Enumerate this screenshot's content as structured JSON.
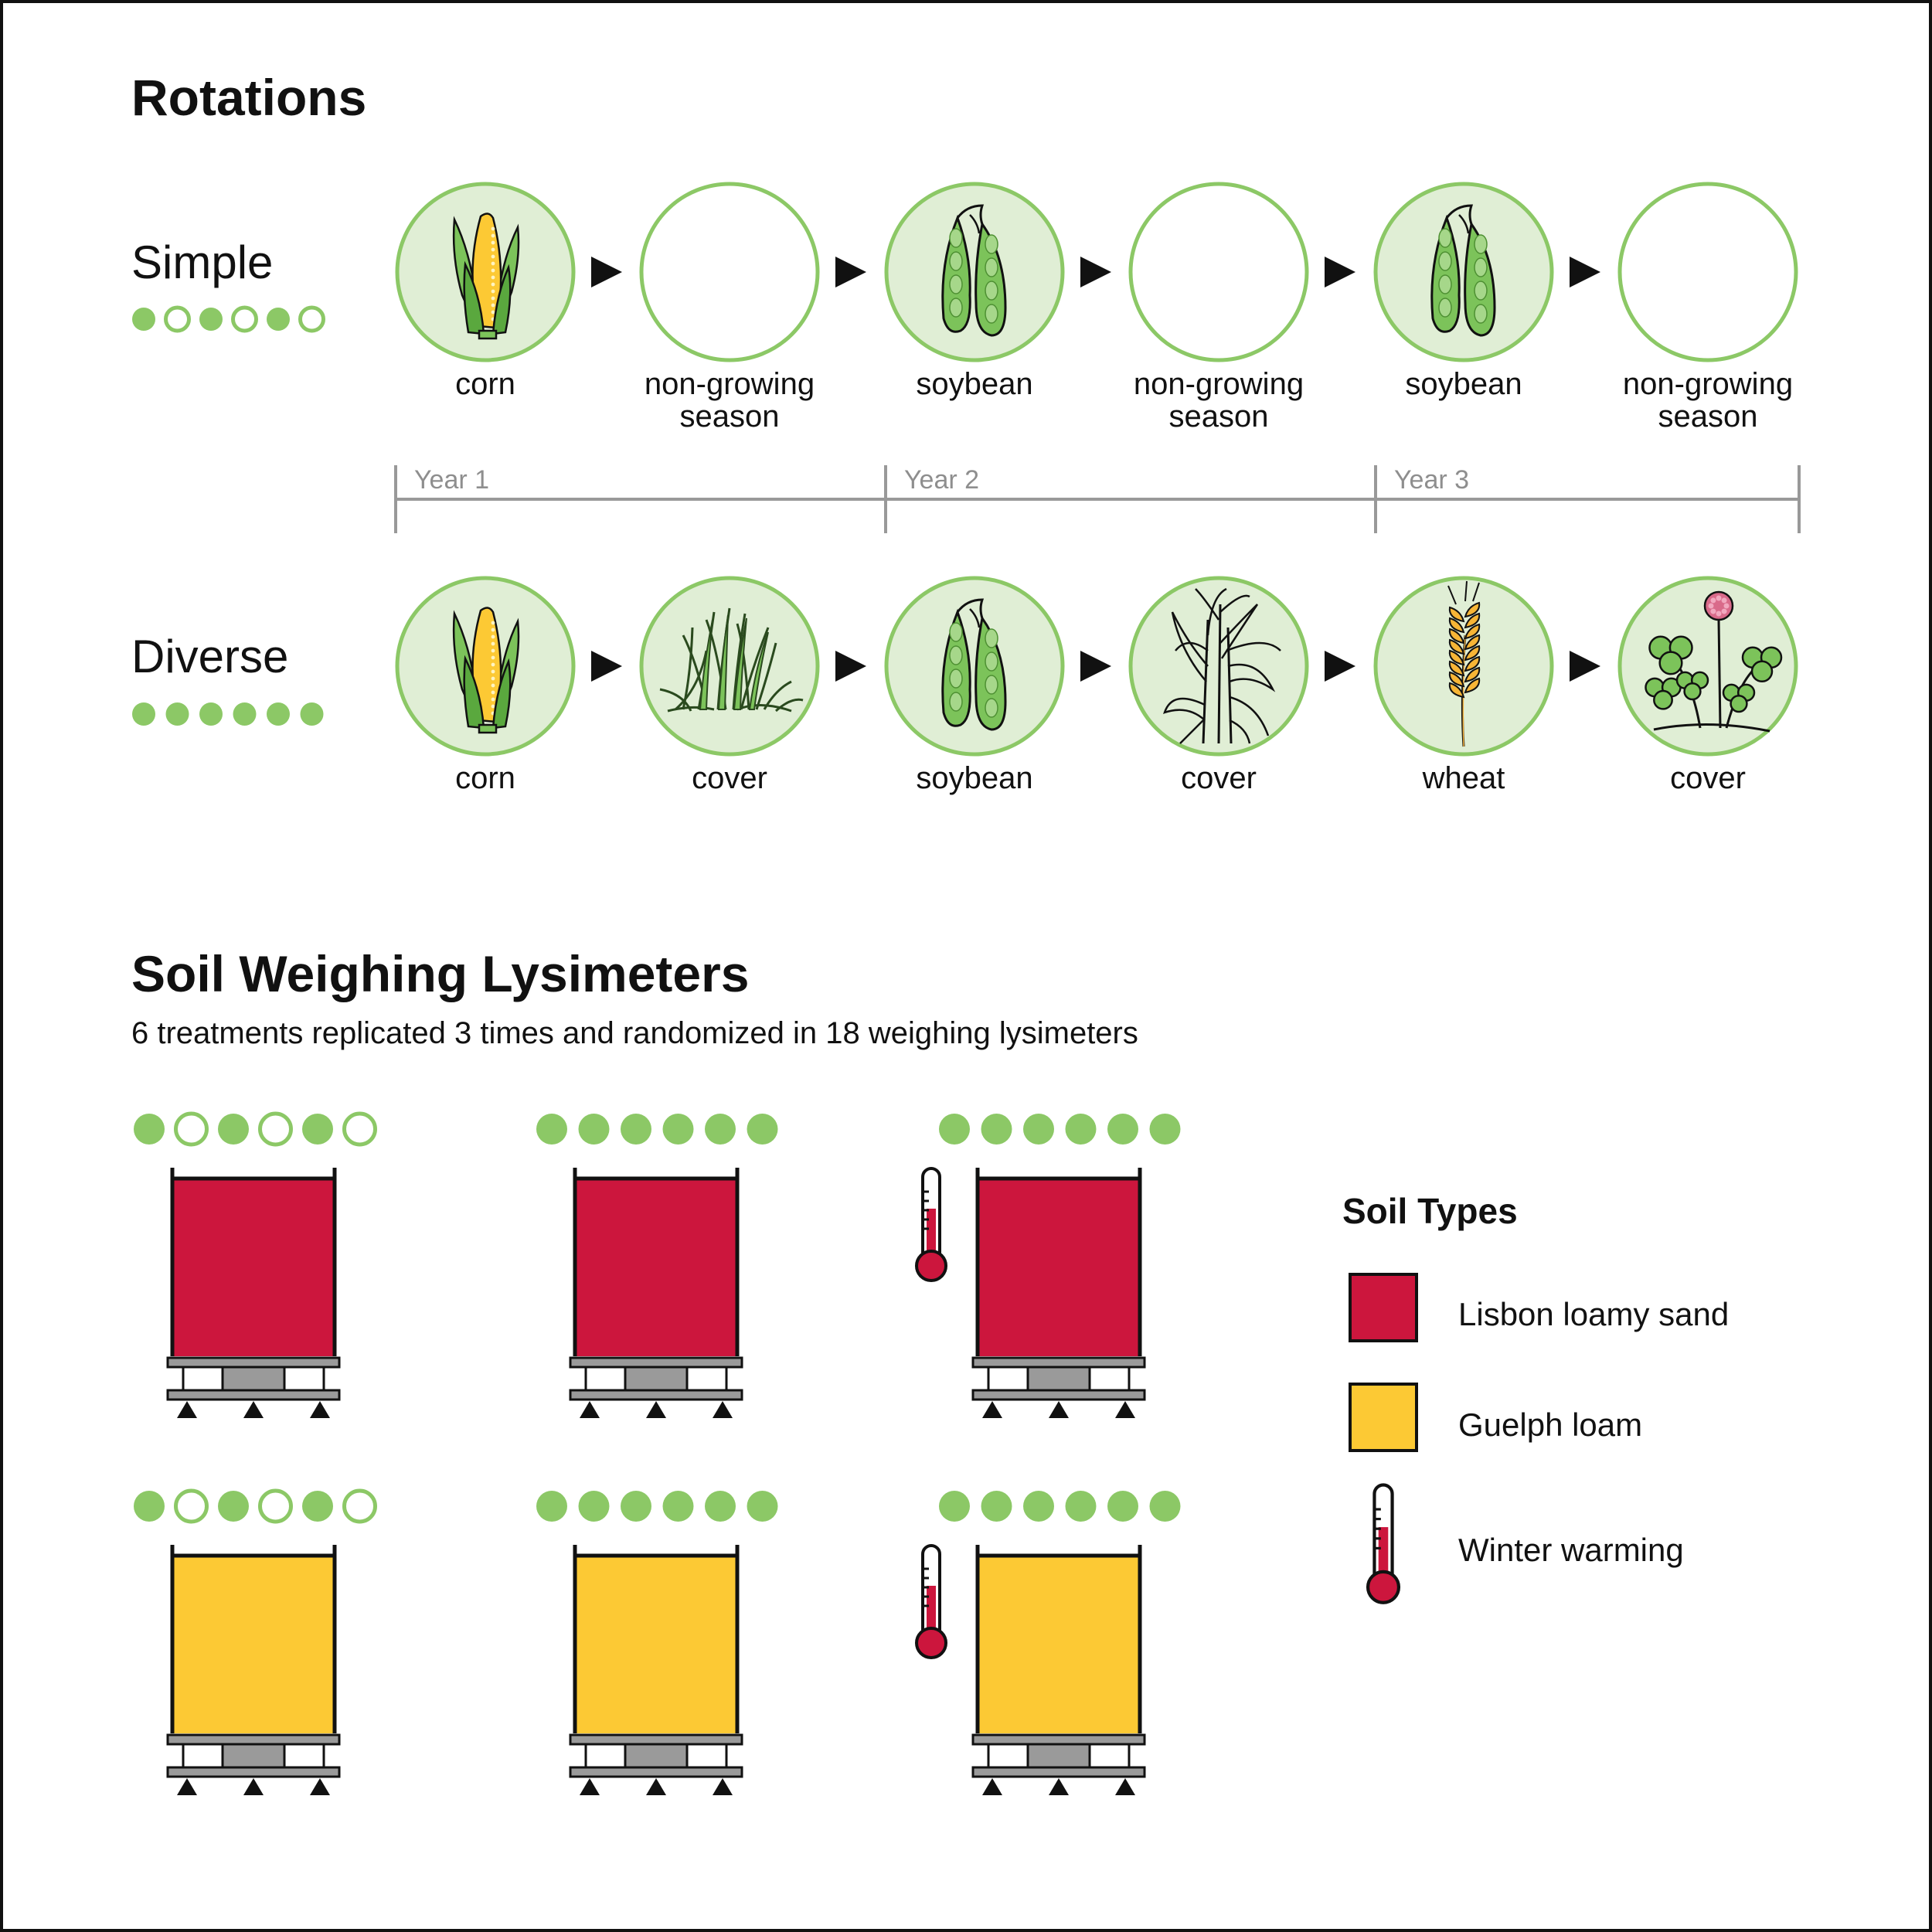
{
  "sections": {
    "rotations_title": "Rotations",
    "lysimeters_title": "Soil Weighing Lysimeters",
    "lysimeters_subtitle": "6 treatments replicated 3 times and randomized in 18 weighing lysimeters"
  },
  "rotations": [
    {
      "label": "Simple",
      "dots": [
        true,
        false,
        true,
        false,
        true,
        false
      ],
      "stages": [
        {
          "crop": "corn",
          "label": [
            "corn"
          ]
        },
        {
          "crop": "none",
          "label": [
            "non-growing",
            "season"
          ]
        },
        {
          "crop": "soybean",
          "label": [
            "soybean"
          ]
        },
        {
          "crop": "none",
          "label": [
            "non-growing",
            "season"
          ]
        },
        {
          "crop": "soybean",
          "label": [
            "soybean"
          ]
        },
        {
          "crop": "none",
          "label": [
            "non-growing",
            "season"
          ]
        }
      ]
    },
    {
      "label": "Diverse",
      "dots": [
        true,
        true,
        true,
        true,
        true,
        true
      ],
      "stages": [
        {
          "crop": "corn",
          "label": [
            "corn"
          ]
        },
        {
          "crop": "grass",
          "label": [
            "cover"
          ]
        },
        {
          "crop": "soybean",
          "label": [
            "soybean"
          ]
        },
        {
          "crop": "tall-grass",
          "label": [
            "cover"
          ]
        },
        {
          "crop": "wheat",
          "label": [
            "wheat"
          ]
        },
        {
          "crop": "clover",
          "label": [
            "cover"
          ]
        }
      ]
    }
  ],
  "years": [
    "Year 1",
    "Year 2",
    "Year 3"
  ],
  "lysimeters": [
    {
      "soil": "lisbon",
      "dots": [
        true,
        false,
        true,
        false,
        true,
        false
      ],
      "warming": false
    },
    {
      "soil": "lisbon",
      "dots": [
        true,
        true,
        true,
        true,
        true,
        true
      ],
      "warming": false
    },
    {
      "soil": "lisbon",
      "dots": [
        true,
        true,
        true,
        true,
        true,
        true
      ],
      "warming": true
    },
    {
      "soil": "guelph",
      "dots": [
        true,
        false,
        true,
        false,
        true,
        false
      ],
      "warming": false
    },
    {
      "soil": "guelph",
      "dots": [
        true,
        true,
        true,
        true,
        true,
        true
      ],
      "warming": false
    },
    {
      "soil": "guelph",
      "dots": [
        true,
        true,
        true,
        true,
        true,
        true
      ],
      "warming": true
    }
  ],
  "legend": {
    "title": "Soil Types",
    "lisbon": "Lisbon loamy sand",
    "guelph": "Guelph loam",
    "warming": "Winter warming"
  },
  "colors": {
    "green": "#8cc866",
    "green_fill": "#e0eed5",
    "lisbon": "#cc163d",
    "guelph": "#fcc934",
    "frame": "#9a9a9a",
    "timeline": "#999999"
  }
}
